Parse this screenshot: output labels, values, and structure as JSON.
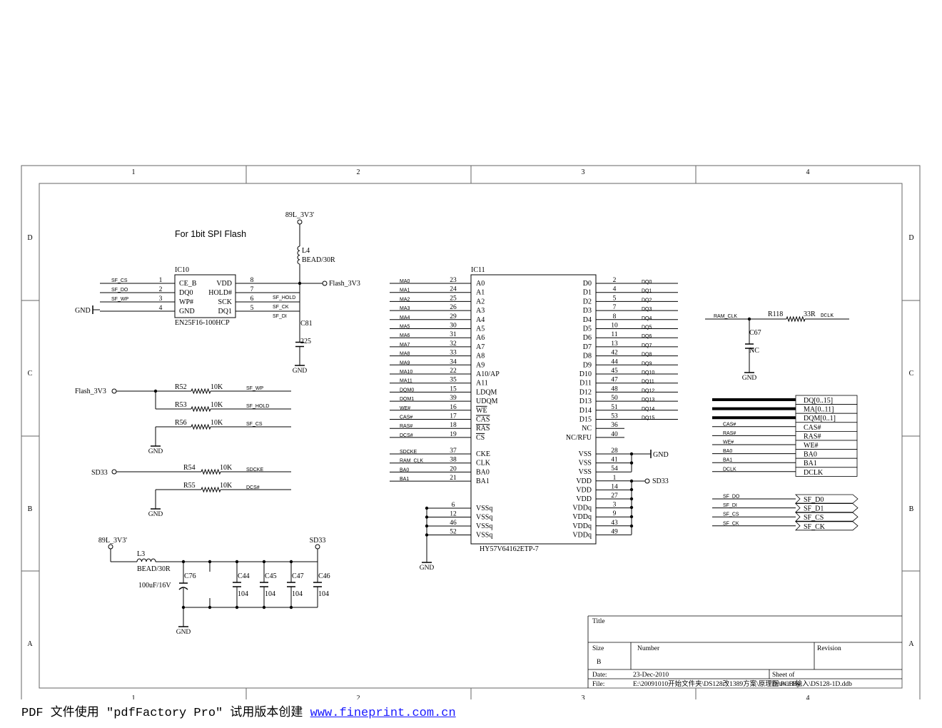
{
  "border": {
    "columns": [
      "1",
      "2",
      "3",
      "4"
    ],
    "rows": [
      "D",
      "C",
      "B",
      "A"
    ]
  },
  "titles": {
    "spi_flash": "For 1bit SPI Flash"
  },
  "ic10": {
    "ref": "IC10",
    "part": "EN25F16-100HCP",
    "left_pins": [
      {
        "num": "1",
        "name": "CE_B",
        "net": "SF_CS"
      },
      {
        "num": "2",
        "name": "DQ0",
        "net": "SF_DO"
      },
      {
        "num": "3",
        "name": "WP#",
        "net": "SF_WP"
      },
      {
        "num": "4",
        "name": "GND",
        "net": ""
      }
    ],
    "right_pins": [
      {
        "num": "8",
        "name": "VDD",
        "net": ""
      },
      {
        "num": "7",
        "name": "HOLD#",
        "net": "SF_HOLD"
      },
      {
        "num": "6",
        "name": "SCK",
        "net": "SF_CK"
      },
      {
        "num": "5",
        "name": "DQ1",
        "net": "SF_DI"
      }
    ]
  },
  "ic11": {
    "ref": "IC11",
    "part": "HY57V64162ETP-7",
    "left_pins": [
      {
        "num": "23",
        "name": "A0",
        "net": "MA0"
      },
      {
        "num": "24",
        "name": "A1",
        "net": "MA1"
      },
      {
        "num": "25",
        "name": "A2",
        "net": "MA2"
      },
      {
        "num": "26",
        "name": "A3",
        "net": "MA3"
      },
      {
        "num": "29",
        "name": "A4",
        "net": "MA4"
      },
      {
        "num": "30",
        "name": "A5",
        "net": "MA5"
      },
      {
        "num": "31",
        "name": "A6",
        "net": "MA6"
      },
      {
        "num": "32",
        "name": "A7",
        "net": "MA7"
      },
      {
        "num": "33",
        "name": "A8",
        "net": "MA8"
      },
      {
        "num": "34",
        "name": "A9",
        "net": "MA9"
      },
      {
        "num": "22",
        "name": "A10/AP",
        "net": "MA10"
      },
      {
        "num": "35",
        "name": "A11",
        "net": "MA11"
      },
      {
        "num": "15",
        "name": "LDQM",
        "net": "DQM0"
      },
      {
        "num": "39",
        "name": "UDQM",
        "net": "DQM1"
      },
      {
        "num": "16",
        "name": "WE",
        "net": "WE#"
      },
      {
        "num": "17",
        "name": "CAS",
        "net": "CAS#"
      },
      {
        "num": "18",
        "name": "RAS",
        "net": "RAS#"
      },
      {
        "num": "19",
        "name": "CS",
        "net": "DCS#"
      },
      {
        "num": "37",
        "name": "CKE",
        "net": "SDCKE"
      },
      {
        "num": "38",
        "name": "CLK",
        "net": "RAM_CLK"
      },
      {
        "num": "20",
        "name": "BA0",
        "net": "BA0"
      },
      {
        "num": "21",
        "name": "BA1",
        "net": "BA1"
      },
      {
        "num": "6",
        "name": "VSSq",
        "net": ""
      },
      {
        "num": "12",
        "name": "VSSq",
        "net": ""
      },
      {
        "num": "46",
        "name": "VSSq",
        "net": ""
      },
      {
        "num": "52",
        "name": "VSSq",
        "net": ""
      }
    ],
    "right_pins": [
      {
        "num": "2",
        "name": "D0",
        "net": "DQ0"
      },
      {
        "num": "4",
        "name": "D1",
        "net": "DQ1"
      },
      {
        "num": "5",
        "name": "D2",
        "net": "DQ2"
      },
      {
        "num": "7",
        "name": "D3",
        "net": "DQ3"
      },
      {
        "num": "8",
        "name": "D4",
        "net": "DQ4"
      },
      {
        "num": "10",
        "name": "D5",
        "net": "DQ5"
      },
      {
        "num": "11",
        "name": "D6",
        "net": "DQ6"
      },
      {
        "num": "13",
        "name": "D7",
        "net": "DQ7"
      },
      {
        "num": "42",
        "name": "D8",
        "net": "DQ8"
      },
      {
        "num": "44",
        "name": "D9",
        "net": "DQ9"
      },
      {
        "num": "45",
        "name": "D10",
        "net": "DQ10"
      },
      {
        "num": "47",
        "name": "D11",
        "net": "DQ11"
      },
      {
        "num": "48",
        "name": "D12",
        "net": "DQ12"
      },
      {
        "num": "50",
        "name": "D13",
        "net": "DQ13"
      },
      {
        "num": "51",
        "name": "D14",
        "net": "DQ14"
      },
      {
        "num": "53",
        "name": "D15",
        "net": "DQ15"
      },
      {
        "num": "36",
        "name": "NC",
        "net": ""
      },
      {
        "num": "40",
        "name": "NC/RFU",
        "net": ""
      },
      {
        "num": "28",
        "name": "VSS",
        "net": ""
      },
      {
        "num": "41",
        "name": "VSS",
        "net": ""
      },
      {
        "num": "54",
        "name": "VSS",
        "net": ""
      },
      {
        "num": "1",
        "name": "VDD",
        "net": ""
      },
      {
        "num": "14",
        "name": "VDD",
        "net": ""
      },
      {
        "num": "27",
        "name": "VDD",
        "net": ""
      },
      {
        "num": "3",
        "name": "VDDq",
        "net": ""
      },
      {
        "num": "9",
        "name": "VDDq",
        "net": ""
      },
      {
        "num": "43",
        "name": "VDDq",
        "net": ""
      },
      {
        "num": "49",
        "name": "VDDq",
        "net": ""
      }
    ]
  },
  "power": {
    "vcc_89l": "89L_3V3'",
    "flash_3v3": "Flash_3V3",
    "sd33": "SD33",
    "gnd": "GND"
  },
  "parts": {
    "l4_ref": "L4",
    "l4_val": "BEAD/30R",
    "l3_ref": "L3",
    "l3_val": "BEAD/30R",
    "c81_ref": "C81",
    "c81_val": "225",
    "c67_ref": "C67",
    "c67_val": "NC",
    "c76_ref": "C76",
    "c76_val": "100uF/16V",
    "caps_104": [
      {
        "ref": "C44",
        "val": "104"
      },
      {
        "ref": "C45",
        "val": "104"
      },
      {
        "ref": "C47",
        "val": "104"
      },
      {
        "ref": "C46",
        "val": "104"
      }
    ],
    "r118_ref": "R118",
    "r118_val": "33R",
    "pullups_flash": [
      {
        "ref": "R52",
        "val": "10K",
        "net": "SF_WP"
      },
      {
        "ref": "R53",
        "val": "10K",
        "net": "SF_HOLD"
      },
      {
        "ref": "R56",
        "val": "10K",
        "net": "SF_CS"
      }
    ],
    "pullups_sd": [
      {
        "ref": "R54",
        "val": "10K",
        "net": "SDCKE"
      },
      {
        "ref": "R55",
        "val": "10K",
        "net": "DCS#"
      }
    ]
  },
  "clock": {
    "in_net": "RAM_CLK",
    "out_net": "DCLK"
  },
  "bus_ports": [
    {
      "label": "DQ[0..15]",
      "net": ""
    },
    {
      "label": "MA[0..11]",
      "net": ""
    },
    {
      "label": "DQM[0..1]",
      "net": ""
    },
    {
      "label": "CAS#",
      "net": "CAS#"
    },
    {
      "label": "RAS#",
      "net": "RAS#"
    },
    {
      "label": "WE#",
      "net": "WE#"
    },
    {
      "label": "BA0",
      "net": "BA0"
    },
    {
      "label": "BA1",
      "net": "BA1"
    },
    {
      "label": "DCLK",
      "net": "DCLK"
    }
  ],
  "sf_ports": [
    {
      "label": "SF_D0",
      "net": "SF_DO"
    },
    {
      "label": "SF_D1",
      "net": "SF_DI"
    },
    {
      "label": "SF_CS",
      "net": "SF_CS"
    },
    {
      "label": "SF_CK",
      "net": "SF_CK"
    }
  ],
  "title_block": {
    "title_label": "Title",
    "size_label": "Size",
    "size_value": "B",
    "number_label": "Number",
    "revision_label": "Revision",
    "date_label": "Date:",
    "date_value": "23-Dec-2010",
    "sheet_label": "Sheet    of",
    "file_label": "File:",
    "file_value": "E:\\20091010开始文件夹\\DS128改1389方案\\原理图\\PCB\\输入\\DS128-1D.ddb",
    "drawn_label": "Drawn By:"
  },
  "footer": {
    "prefix": "PDF 文件使用 \"pdfFactory Pro\" 试用版本创建 ",
    "link": "www.fineprint.com.cn"
  }
}
